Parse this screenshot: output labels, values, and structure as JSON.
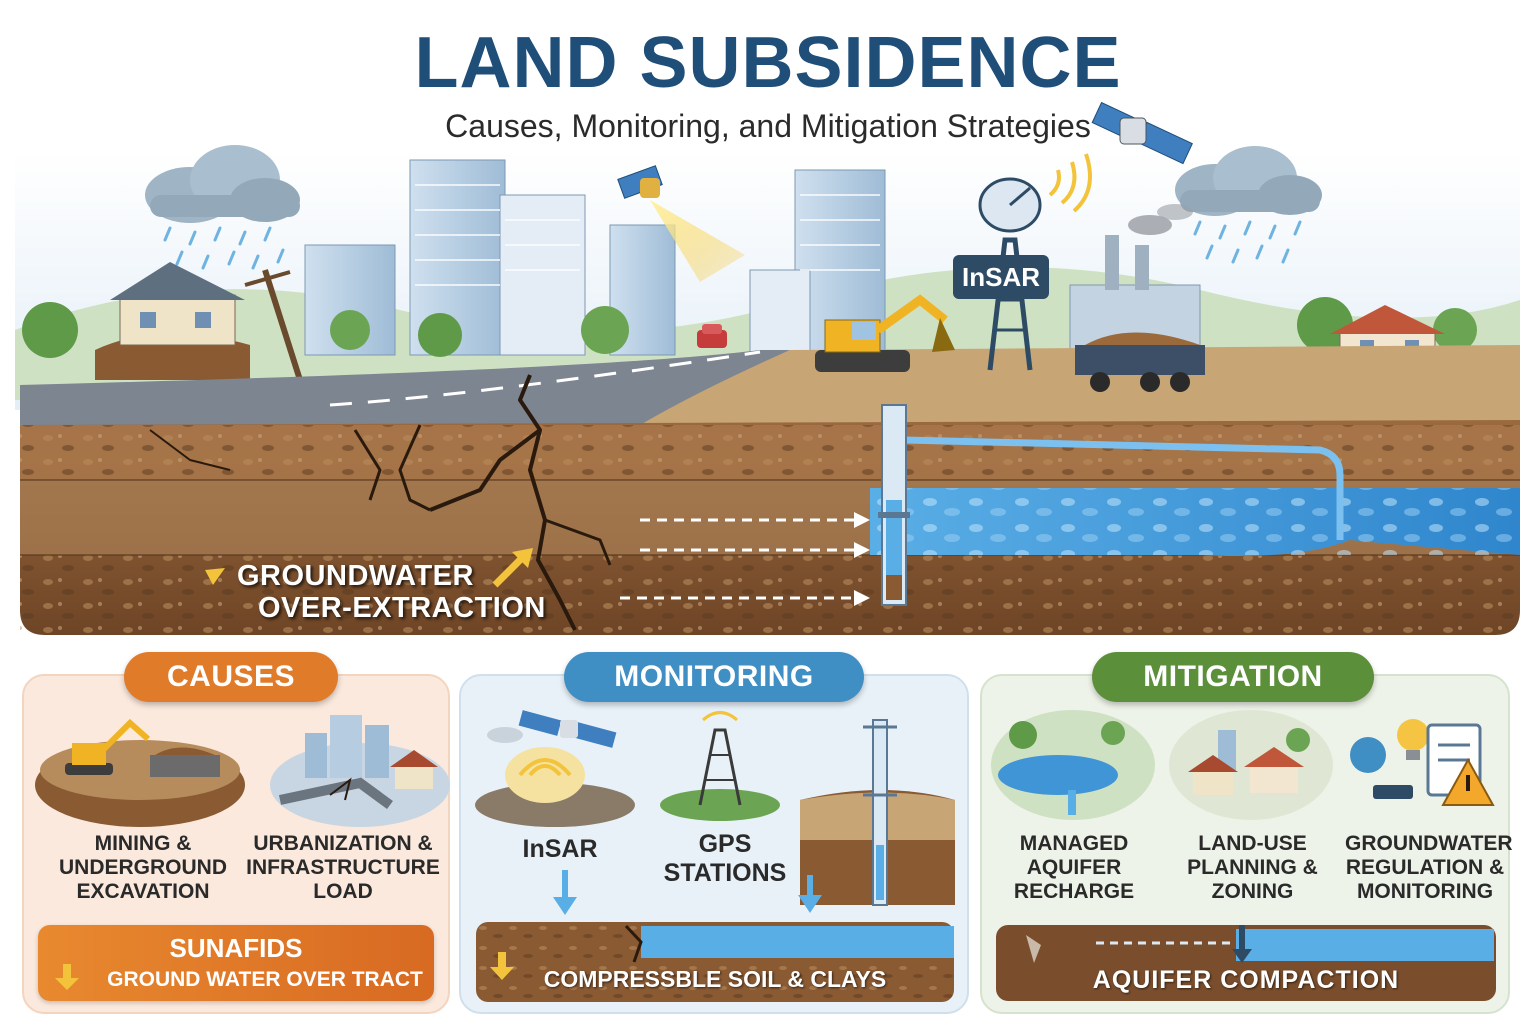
{
  "header": {
    "title": "LAND SUBSIDENCE",
    "subtitle": "Causes, Monitoring, and Mitigation Strategies"
  },
  "scene": {
    "insar_tower_label": "InSAR",
    "callout_line1": "GROUNDWATER",
    "callout_line2": "OVER-EXTRACTION"
  },
  "panels": {
    "causes": {
      "title": "CAUSES",
      "items": [
        {
          "label": "MINING & UNDERGROUND EXCAVATION"
        },
        {
          "label": "URBANIZATION & INFRASTRUCTURE LOAD"
        }
      ],
      "bottom_title": "SUNAFIDS",
      "bottom_subtitle": "GROUND WATER OVER TRACT"
    },
    "monitoring": {
      "title": "MONITORING",
      "items": [
        {
          "label": "InSAR"
        },
        {
          "label": "GPS STATIONS"
        }
      ],
      "bottom_title": "COMPRESSBLE SOIL & CLAYS"
    },
    "mitigation": {
      "title": "MITIGATION",
      "items": [
        {
          "label": "MANAGED AQUIFER RECHARGE"
        },
        {
          "label": "LAND-USE PLANNING & ZONING"
        },
        {
          "label": "GROUNDWATER REGULATION & MONITORING"
        }
      ],
      "bottom_title": "AQUIFER COMPACTION"
    }
  },
  "colors": {
    "title": "#1f4e79",
    "causes_accent": "#e07b2a",
    "monitoring_accent": "#3f8fc4",
    "mitigation_accent": "#5b8f3a",
    "water": "#3f95d6",
    "soil": "#8a5a33"
  },
  "icons": [
    "cloud-icon",
    "rain-icon",
    "house-icon",
    "utility-pole-icon",
    "building-icon",
    "satellite-icon",
    "radar-dish-icon",
    "excavator-icon",
    "truck-icon",
    "factory-icon",
    "tree-icon",
    "car-icon",
    "well-icon",
    "gps-tower-icon",
    "lightbulb-icon",
    "clipboard-icon",
    "warning-icon",
    "arrow-icon"
  ]
}
